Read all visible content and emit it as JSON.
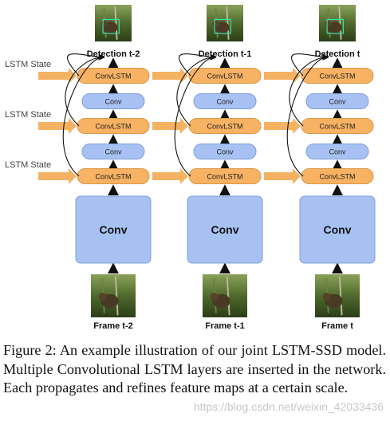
{
  "lstm_state_labels": [
    "LSTM State",
    "LSTM State",
    "LSTM State"
  ],
  "columns": [
    {
      "detection": "Detection t-2",
      "frame": "Frame t-2"
    },
    {
      "detection": "Detection t-1",
      "frame": "Frame t-1"
    },
    {
      "detection": "Detection t",
      "frame": "Frame t"
    }
  ],
  "blocks": {
    "convlstm": "ConvLSTM",
    "conv_small": "Conv",
    "conv_big": "Conv"
  },
  "caption": "Figure 2: An example illustration of our joint LSTM-SSD model. Multiple Convolutional LSTM layers are inserted in the network. Each propagates and refines feature maps at a certain scale.",
  "watermark": "https://blog.csdn.net/weixin_42033436",
  "colors": {
    "convlstm_fill": "#f7b263",
    "conv_fill": "#a7c1f3",
    "arrow_orange": "#f5b263",
    "detection_box": "#39e0a8"
  }
}
